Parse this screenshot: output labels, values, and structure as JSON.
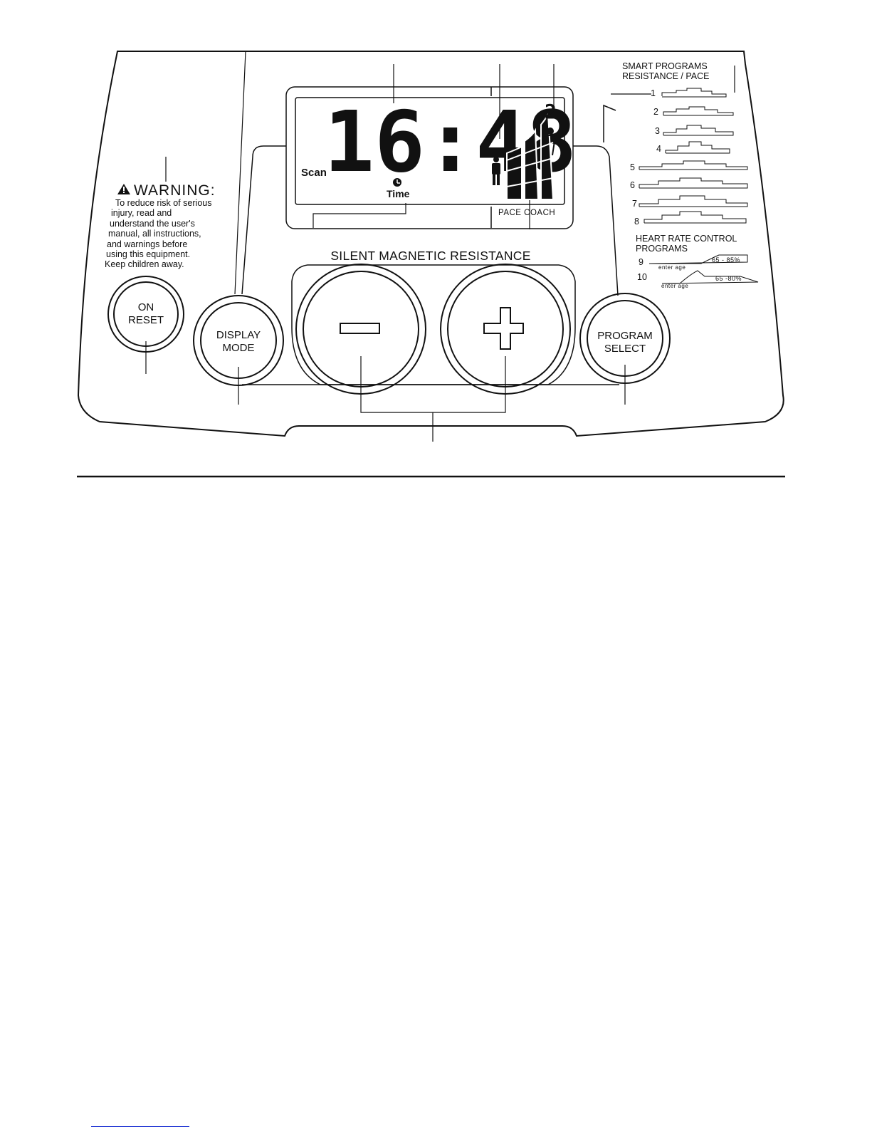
{
  "warning": {
    "title": "WARNING:",
    "lines": [
      "To reduce risk of serious",
      "injury, read and",
      "understand the user's",
      "manual, all instructions,",
      "and warnings  before",
      "using this equipment.",
      "Keep children away."
    ]
  },
  "display": {
    "time_value": "16:48",
    "program_number": "2",
    "scan_label": "Scan",
    "time_label": "Time",
    "pace_coach_label": "PACE COACH"
  },
  "panel_title": "SILENT MAGNETIC RESISTANCE",
  "buttons": {
    "on_reset": [
      "ON",
      "RESET"
    ],
    "display_mode": [
      "DISPLAY",
      "MODE"
    ],
    "decrease_symbol": "−",
    "increase_symbol": "+",
    "program_select": [
      "PROGRAM",
      "SELECT"
    ]
  },
  "smart_programs": {
    "title_line1": "SMART PROGRAMS",
    "title_line2": "RESISTANCE / PACE",
    "numbers": [
      "1",
      "2",
      "3",
      "4",
      "5",
      "6",
      "7",
      "8"
    ]
  },
  "heart_rate_programs": {
    "title_line1": "HEART RATE CONTROL",
    "title_line2": "PROGRAMS",
    "items": [
      {
        "number": "9",
        "range": "65 - 85%",
        "note": "enter age"
      },
      {
        "number": "10",
        "range": "65 -80%",
        "note": "enter age"
      }
    ]
  },
  "colors": {
    "ink": "#111111",
    "paper": "#ffffff",
    "footer_link": "#2b3fd6"
  },
  "icons": [
    "warning-triangle-icon",
    "clock-icon",
    "person-icon",
    "pace-person-icon"
  ]
}
